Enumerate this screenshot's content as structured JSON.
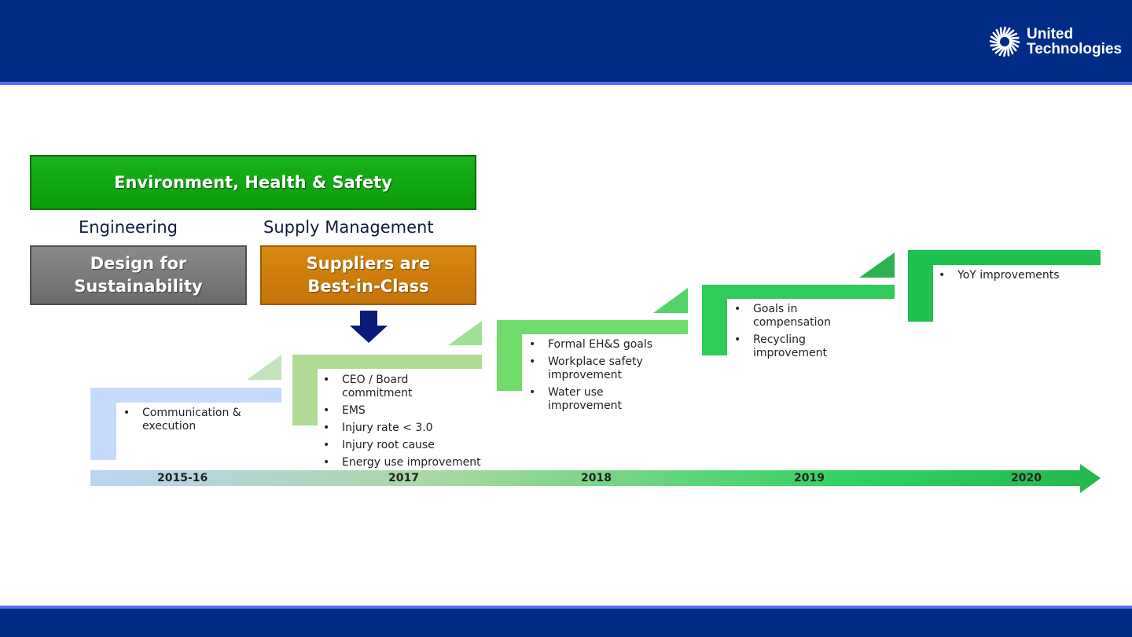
{
  "logo": {
    "line1": "United",
    "line2": "Technologies"
  },
  "ehs": {
    "title": "Environment, Health & Safety"
  },
  "engineering": {
    "label": "Engineering",
    "box": [
      "Design for",
      "Sustainability"
    ]
  },
  "supply": {
    "label": "Supply Management",
    "box": [
      "Suppliers are",
      "Best-in-Class"
    ]
  },
  "colors": {
    "header": "#002c85",
    "ehs_green": "#0fa60f",
    "engineering_gray": "#777777",
    "supply_orange": "#cf7d0c",
    "arrow_navy": "#0b1b7a"
  },
  "timeline": {
    "years": [
      "2015-16",
      "2017",
      "2018",
      "2019",
      "2020"
    ],
    "steps": [
      {
        "year": "2015-16",
        "items": [
          "Communication & execution"
        ]
      },
      {
        "year": "2017",
        "items": [
          "CEO / Board commitment",
          "EMS",
          "Injury rate < 3.0",
          "Injury root cause",
          "Energy use improvement"
        ]
      },
      {
        "year": "2018",
        "items": [
          "Formal EH&S goals",
          "Workplace safety improvement",
          "Water use improvement"
        ]
      },
      {
        "year": "2019",
        "items": [
          "Goals in compensation",
          "Recycling improvement"
        ]
      },
      {
        "year": "2020",
        "items": [
          "YoY improvements"
        ]
      }
    ]
  }
}
